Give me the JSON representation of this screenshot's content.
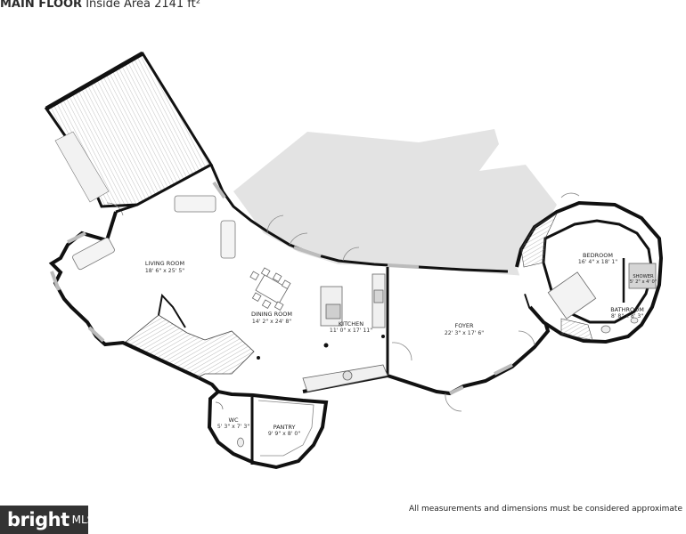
{
  "header": {
    "title": "MAIN FLOOR",
    "area": "Inside Area 2141 ft²"
  },
  "rooms": [
    {
      "id": "living-room",
      "name": "LIVING ROOM",
      "dims": "18' 6\" x 25' 5\""
    },
    {
      "id": "dining-room",
      "name": "DINING ROOM",
      "dims": "14' 2\" x 24' 8\""
    },
    {
      "id": "kitchen",
      "name": "KITCHEN",
      "dims": "11' 0\" x 17' 11\""
    },
    {
      "id": "foyer",
      "name": "FOYER",
      "dims": "22' 3\" x 17' 6\""
    },
    {
      "id": "bedroom",
      "name": "BEDROOM",
      "dims": "16' 4\" x 18' 1\""
    },
    {
      "id": "shower",
      "name": "SHOWER",
      "dims": "5' 2\" x 4' 0\""
    },
    {
      "id": "bathroom",
      "name": "BATHROOM",
      "dims": "8' 8\" x 8' 3\""
    },
    {
      "id": "wc",
      "name": "WC",
      "dims": "5' 3\" x 7' 3\""
    },
    {
      "id": "pantry",
      "name": "PANTRY",
      "dims": "9' 9\" x 8' 0\""
    }
  ],
  "footer": {
    "disclaimer": "All measurements and dimensions must be considered approximate",
    "logo_brand": "bright",
    "logo_suffix": "MLS"
  }
}
